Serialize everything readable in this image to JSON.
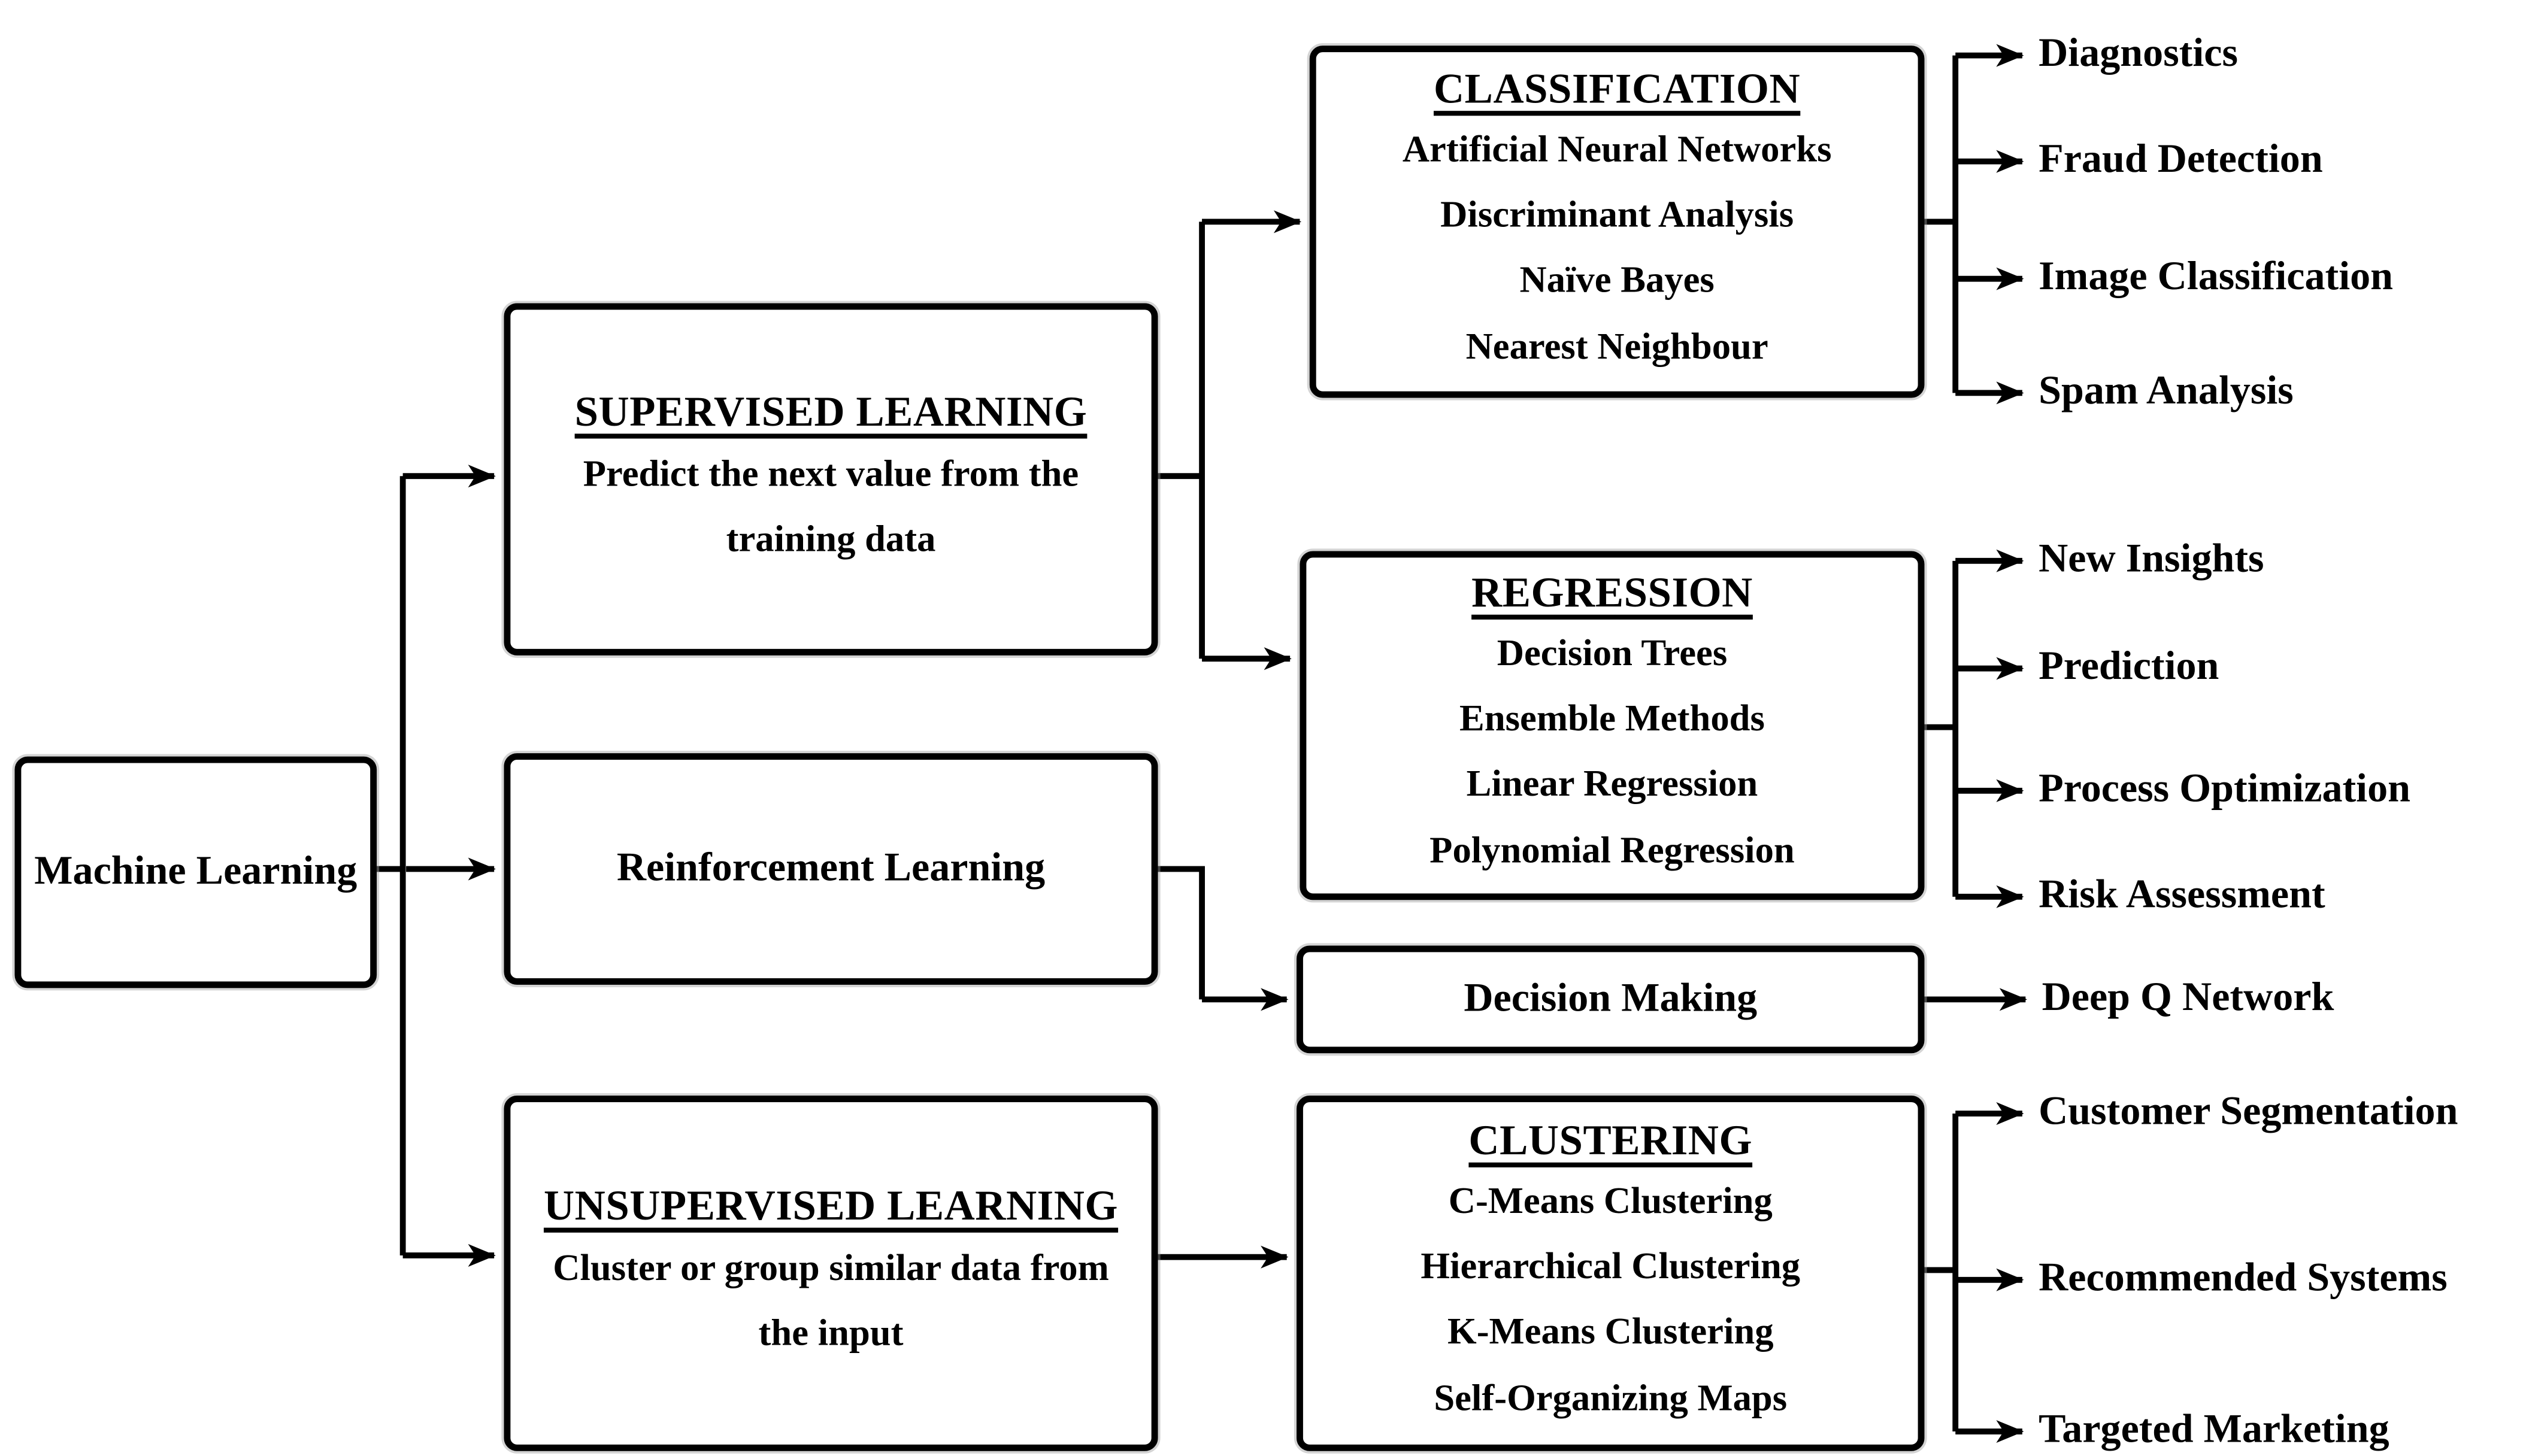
{
  "diagram": {
    "root": {
      "label": "Machine Learning"
    },
    "level1": [
      {
        "title": "SUPERVISED LEARNING",
        "subtitle": "Predict the next value from the training data"
      },
      {
        "title": "Reinforcement Learning",
        "subtitle": ""
      },
      {
        "title": "UNSUPERVISED LEARNING",
        "subtitle": "Cluster or group similar data from the input"
      }
    ],
    "level2": [
      {
        "title": "CLASSIFICATION",
        "methods": [
          "Artificial Neural Networks",
          "Discriminant Analysis",
          "Naïve Bayes",
          "Nearest Neighbour"
        ]
      },
      {
        "title": "REGRESSION",
        "methods": [
          "Decision Trees",
          "Ensemble Methods",
          "Linear Regression",
          "Polynomial Regression"
        ]
      },
      {
        "title": "Decision Making",
        "methods": []
      },
      {
        "title": "CLUSTERING",
        "methods": [
          "C-Means Clustering",
          "Hierarchical Clustering",
          "K-Means Clustering",
          "Self-Organizing Maps"
        ]
      }
    ],
    "applications": {
      "classification": [
        "Diagnostics",
        "Fraud Detection",
        "Image Classification",
        "Spam Analysis"
      ],
      "regression": [
        "New Insights",
        "Prediction",
        "Process Optimization",
        "Risk Assessment"
      ],
      "decision_making": [
        "Deep Q Network"
      ],
      "clustering": [
        "Customer Segmentation",
        "Recommended Systems",
        "Targeted Marketing"
      ]
    },
    "colors": {
      "stroke": "#000000",
      "box_background": "#ffffff",
      "text": "#000000"
    }
  }
}
